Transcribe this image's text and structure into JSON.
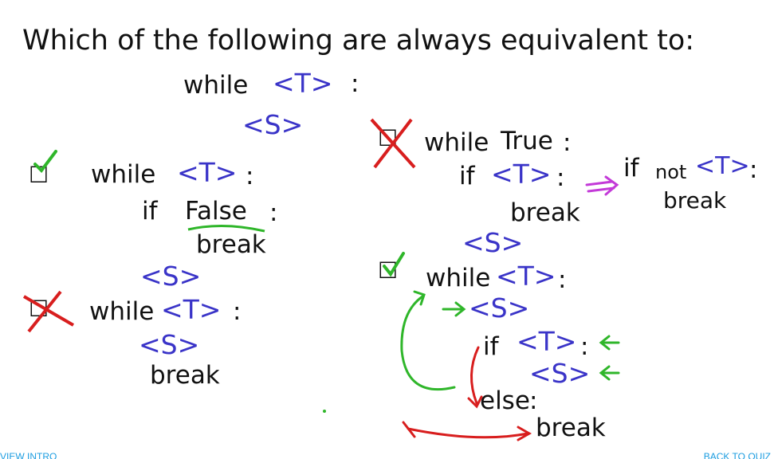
{
  "question": "Which of the following are always equivalent to:",
  "original": {
    "while_kw": "while",
    "cond": "<T>",
    "colon": ":",
    "body": "<S>"
  },
  "option_a": {
    "while_kw": "while",
    "cond": "<T>",
    "colon": ":",
    "if_kw": "if",
    "false_kw": "False",
    "colon2": ":",
    "break_kw": "break",
    "body": "<S>"
  },
  "option_b": {
    "while_kw": "while",
    "cond": "<T>",
    "colon": ":",
    "body": "<S>",
    "break_kw": "break"
  },
  "option_c": {
    "while_kw": "while",
    "true_kw": "True",
    "colon": ":",
    "if_kw": "if",
    "cond": "<T>",
    "colon2": ":",
    "break_kw": "break",
    "body": "<S>"
  },
  "note_c": {
    "if_kw": "if",
    "not_kw": "not",
    "cond": "<T>",
    "colon": ":",
    "break_kw": "break"
  },
  "option_d": {
    "while_kw": "while",
    "cond": "<T>",
    "colon": ":",
    "body1": "<S>",
    "if_kw": "if",
    "cond2": "<T>",
    "colon2": ":",
    "body2": "<S>",
    "else_kw": "else",
    "colon3": ":",
    "break_kw": "break"
  },
  "footer": {
    "left_link": "VIEW INTRO",
    "right_link": "BACK TO QUIZ"
  },
  "colors": {
    "ink": "#111111",
    "purple": "#3a34c8",
    "red": "#d81e1e",
    "green": "#2fb62a",
    "magenta": "#c33ad8",
    "link": "#1a9ce0"
  }
}
